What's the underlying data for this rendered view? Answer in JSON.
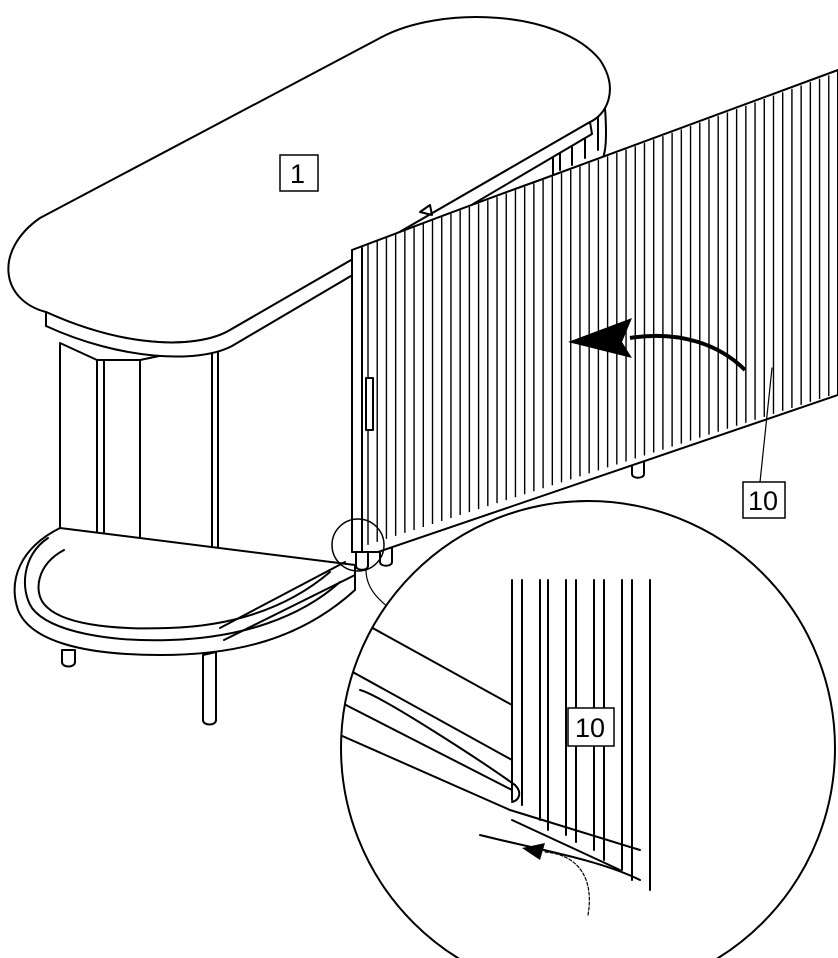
{
  "labels": {
    "part_cabinet": "1",
    "part_door": "10",
    "part_door_detail": "10"
  },
  "colors": {
    "line": "#000000",
    "background": "#ffffff"
  },
  "icons": {
    "motion_arrow": "curved-arrow-icon",
    "detail_callout": "magnifier-circle-icon"
  },
  "panel": {
    "slat_count": 52
  }
}
